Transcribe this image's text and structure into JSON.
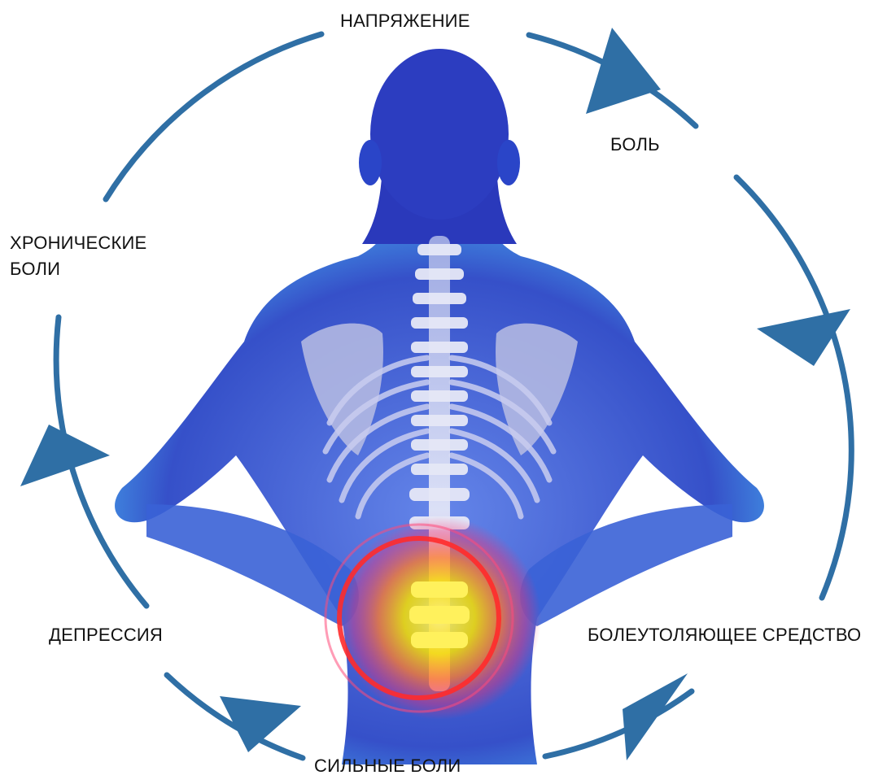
{
  "cycle": {
    "steps": [
      {
        "id": "tension",
        "label": "НАПРЯЖЕНИЕ"
      },
      {
        "id": "pain",
        "label": "БОЛЬ"
      },
      {
        "id": "analgesic",
        "label": "БОЛЕУТОЛЯЮЩЕЕ СРЕДСТВО"
      },
      {
        "id": "severe",
        "label": "СИЛЬНЫЕ БОЛИ"
      },
      {
        "id": "depression",
        "label": "ДЕПРЕССИЯ"
      },
      {
        "id": "chronic",
        "label": "ХРОНИЧЕСКИЕ БОЛИ"
      }
    ],
    "direction": "clockwise"
  },
  "colors": {
    "cycle_arrow": "#2f6fa5",
    "body_dark": "#1b2ea8",
    "body_light": "#4db0f0",
    "bone": "#d8dcf2",
    "pain_core": "#f5e000",
    "pain_ring": "#ff2b2b"
  },
  "illustration": {
    "icon": "human-back-spine-icon",
    "highlight": "lower-back-pain-icon"
  }
}
